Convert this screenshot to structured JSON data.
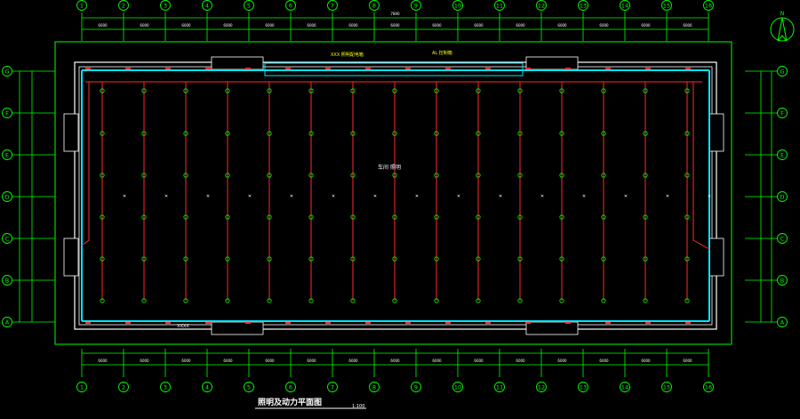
{
  "drawing": {
    "title": "照明及动力平面图",
    "scale": "1:100",
    "room_label": "车间 照明",
    "top_note_1": "XXX 照明配电箱",
    "top_note_2": "AL 控制箱",
    "bottom_bay_label": "XXXX",
    "north_label": "N",
    "dimension_label": "6000",
    "overall_dimension_label": "7800"
  },
  "column_axes": [
    "1",
    "2",
    "3",
    "4",
    "5",
    "6",
    "7",
    "8",
    "9",
    "10",
    "11",
    "12",
    "13",
    "14",
    "15",
    "16"
  ],
  "row_axes": [
    "G",
    "F",
    "E",
    "D",
    "C",
    "B",
    "A"
  ],
  "colors": {
    "background": "#000000",
    "grid": "#00ff00",
    "circuit": "#ff2a2a",
    "cable_tray": "#00e5ff",
    "outline": "#ffffff",
    "label": "#ffff00"
  }
}
